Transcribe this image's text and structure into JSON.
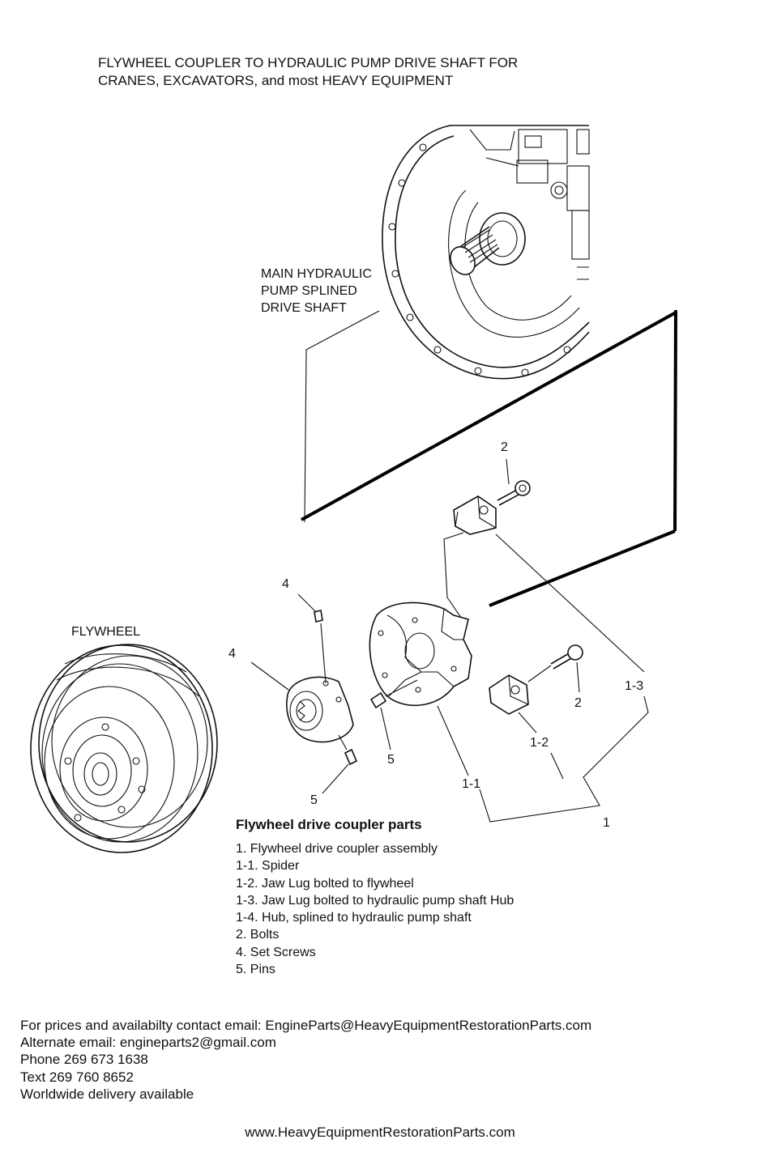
{
  "title": {
    "line1": "FLYWHEEL COUPLER TO HYDRAULIC PUMP DRIVE SHAFT FOR",
    "line2": "CRANES, EXCAVATORS, and most HEAVY EQUIPMENT"
  },
  "diagram": {
    "pump_label": [
      "MAIN HYDRAULIC",
      "PUMP SPLINED",
      "DRIVE SHAFT"
    ],
    "flywheel_label": "FLYWHEEL",
    "callouts": {
      "bolt_top": "2",
      "bolt_right": "2",
      "set_screw_top": "4",
      "set_screw_left": "4",
      "pin_middle": "5",
      "pin_bottom": "5",
      "spider": "1-1",
      "jaw_lug_flywheel": "1-2",
      "jaw_lug_hub": "1-3",
      "assembly": "1"
    }
  },
  "parts_list": {
    "heading": "Flywheel drive coupler parts",
    "items": [
      "1. Flywheel drive coupler assembly",
      "1-1. Spider",
      "1-2. Jaw Lug bolted to flywheel",
      "1-3. Jaw Lug bolted to hydraulic pump shaft Hub",
      "1-4. Hub, splined to hydraulic pump shaft",
      "2. Bolts",
      "4. Set Screws",
      "5. Pins"
    ]
  },
  "contact": {
    "email": "For prices and availabilty contact email: EngineParts@HeavyEquipmentRestorationParts.com",
    "alt_email": "Alternate email: engineparts2@gmail.com",
    "phone": "Phone 269 673 1638",
    "text": "Text 269 760 8652",
    "delivery": "Worldwide delivery available"
  },
  "website": "www.HeavyEquipmentRestorationParts.com"
}
